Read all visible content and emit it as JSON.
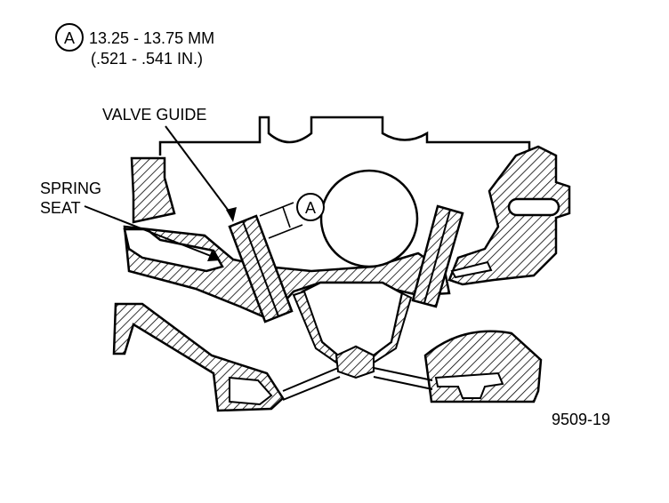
{
  "legend": {
    "marker": "A",
    "spec_mm": "13.25 - 13.75 MM",
    "spec_in": "(.521 - .541 IN.)"
  },
  "labels": {
    "valve_guide": "VALVE GUIDE",
    "spring_seat_line1": "SPRING",
    "spring_seat_line2": "SEAT",
    "dimension_marker": "A"
  },
  "figure_number": "9509-19",
  "colors": {
    "ink": "#000000",
    "paper": "#ffffff"
  }
}
